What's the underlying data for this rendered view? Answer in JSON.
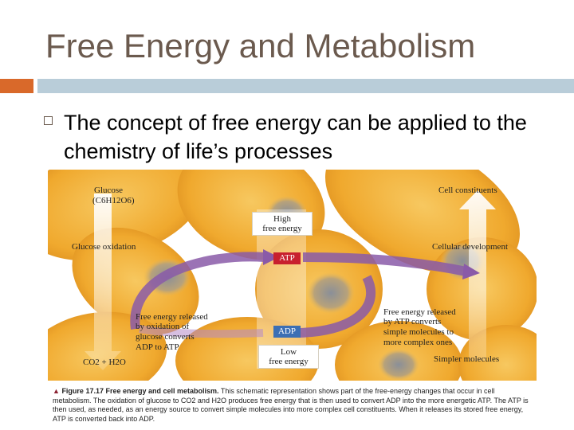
{
  "slide": {
    "title": "Free Energy and Metabolism",
    "bullet": "The concept of free energy can be applied to the chemistry of life’s processes"
  },
  "figure": {
    "labels": {
      "glucose": "Glucose",
      "glucose_formula": "(C6H12O6)",
      "glucose_oxidation": "Glucose oxidation",
      "co2_h2o": "CO2 + H2O",
      "released_left_1": "Free energy released",
      "released_left_2": "by oxidation of",
      "released_left_3": "glucose converts",
      "released_left_4": "ADP to ATP",
      "cell_constituents": "Cell constituents",
      "cellular_development": "Cellular development",
      "released_right_1": "Free energy released",
      "released_right_2": "by ATP converts",
      "released_right_3": "simple molecules to",
      "released_right_4": "more complex ones",
      "simpler_molecules": "Simpler molecules",
      "high_1": "High",
      "high_2": "free energy",
      "low_1": "Low",
      "low_2": "free energy",
      "atp": "ATP",
      "adp": "ADP"
    },
    "colors": {
      "atp_tag": "#c8202e",
      "adp_tag": "#3c6fb4",
      "cycle_arrow": "#8a5aa8",
      "cell_fill": "#f2b23a"
    }
  },
  "caption": {
    "figure_no": "Figure 17.17",
    "figure_title": "Free energy and cell metabolism.",
    "text": "This schematic representation shows part of the free-energy changes that occur in cell metabolism. The oxidation of glucose to CO2 and H2O produces free energy that is then used to convert ADP into the more energetic ATP. The ATP is then used, as needed, as an energy source to convert simple molecules into more complex cell constituents. When it releases its stored free energy, ATP is converted back into ADP."
  }
}
